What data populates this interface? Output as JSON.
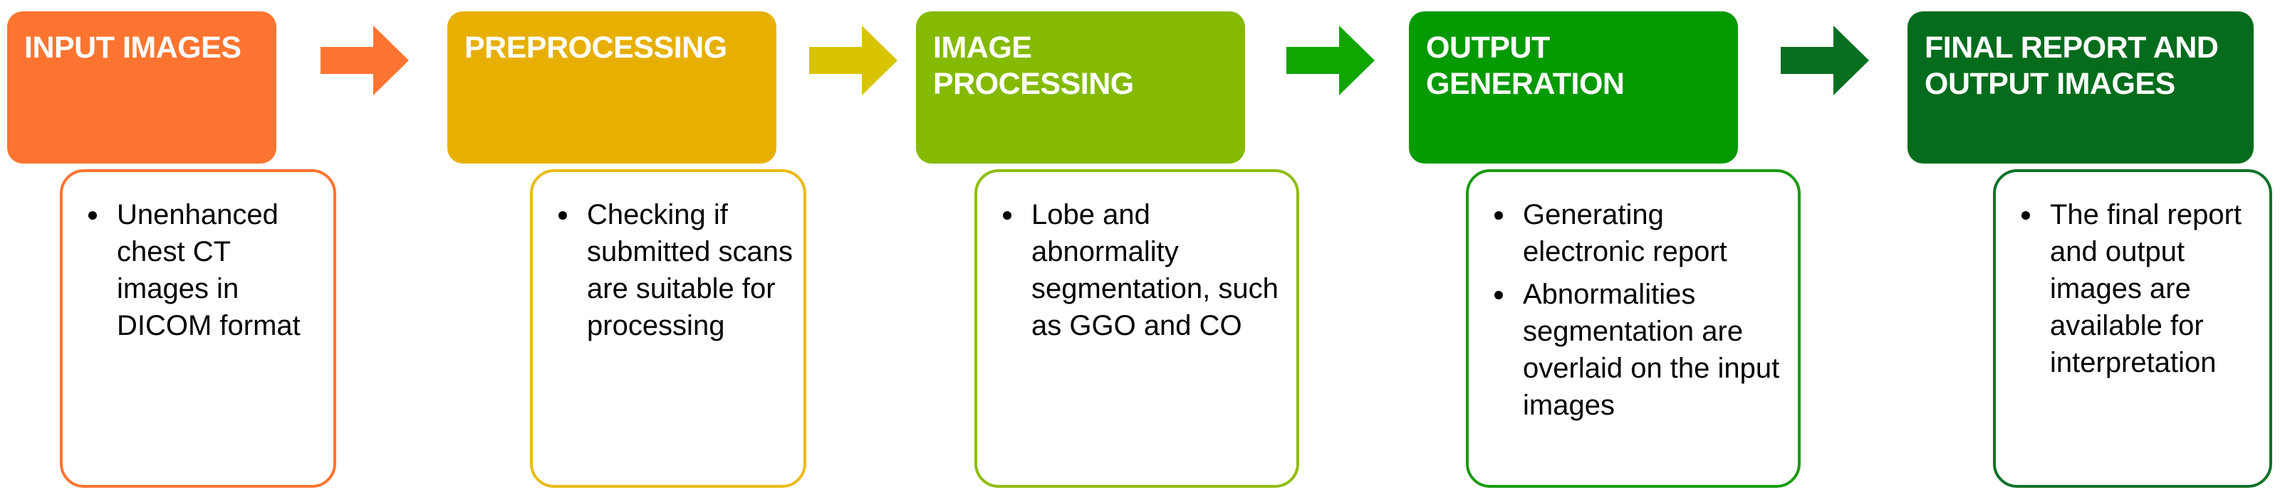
{
  "stages": [
    {
      "title": "INPUT  IMAGES",
      "color": "#ff7430",
      "border": "#ff7430",
      "bullets": [
        "Unenhanced chest CT images in DICOM format"
      ]
    },
    {
      "title": "PREPROCESSING",
      "color": "#e7b000",
      "border": "#e8bc14",
      "bullets": [
        "Checking if submitted scans are suitable for processing"
      ]
    },
    {
      "title": "IMAGE\nPROCESSING",
      "color": "#84ba00",
      "border": "#8fbd10",
      "bullets": [
        "Lobe and abnormality segmentation, such as GGO and CO"
      ]
    },
    {
      "title": "OUTPUT\nGENERATION",
      "color": "#049a00",
      "border": "#1a9a10",
      "bullets": [
        "Generating electronic report",
        "Abnormalities segmentation are overlaid on the input images"
      ]
    },
    {
      "title": "FINAL REPORT AND\nOUTPUT IMAGES",
      "color": "#046c1c",
      "border": "#0a7226",
      "bullets": [
        "The final report and output images are available for interpretation"
      ]
    }
  ],
  "arrows": [
    {
      "color": "#ff7430"
    },
    {
      "color": "#d9c400"
    },
    {
      "color": "#11a500"
    },
    {
      "color": "#066f20"
    }
  ]
}
